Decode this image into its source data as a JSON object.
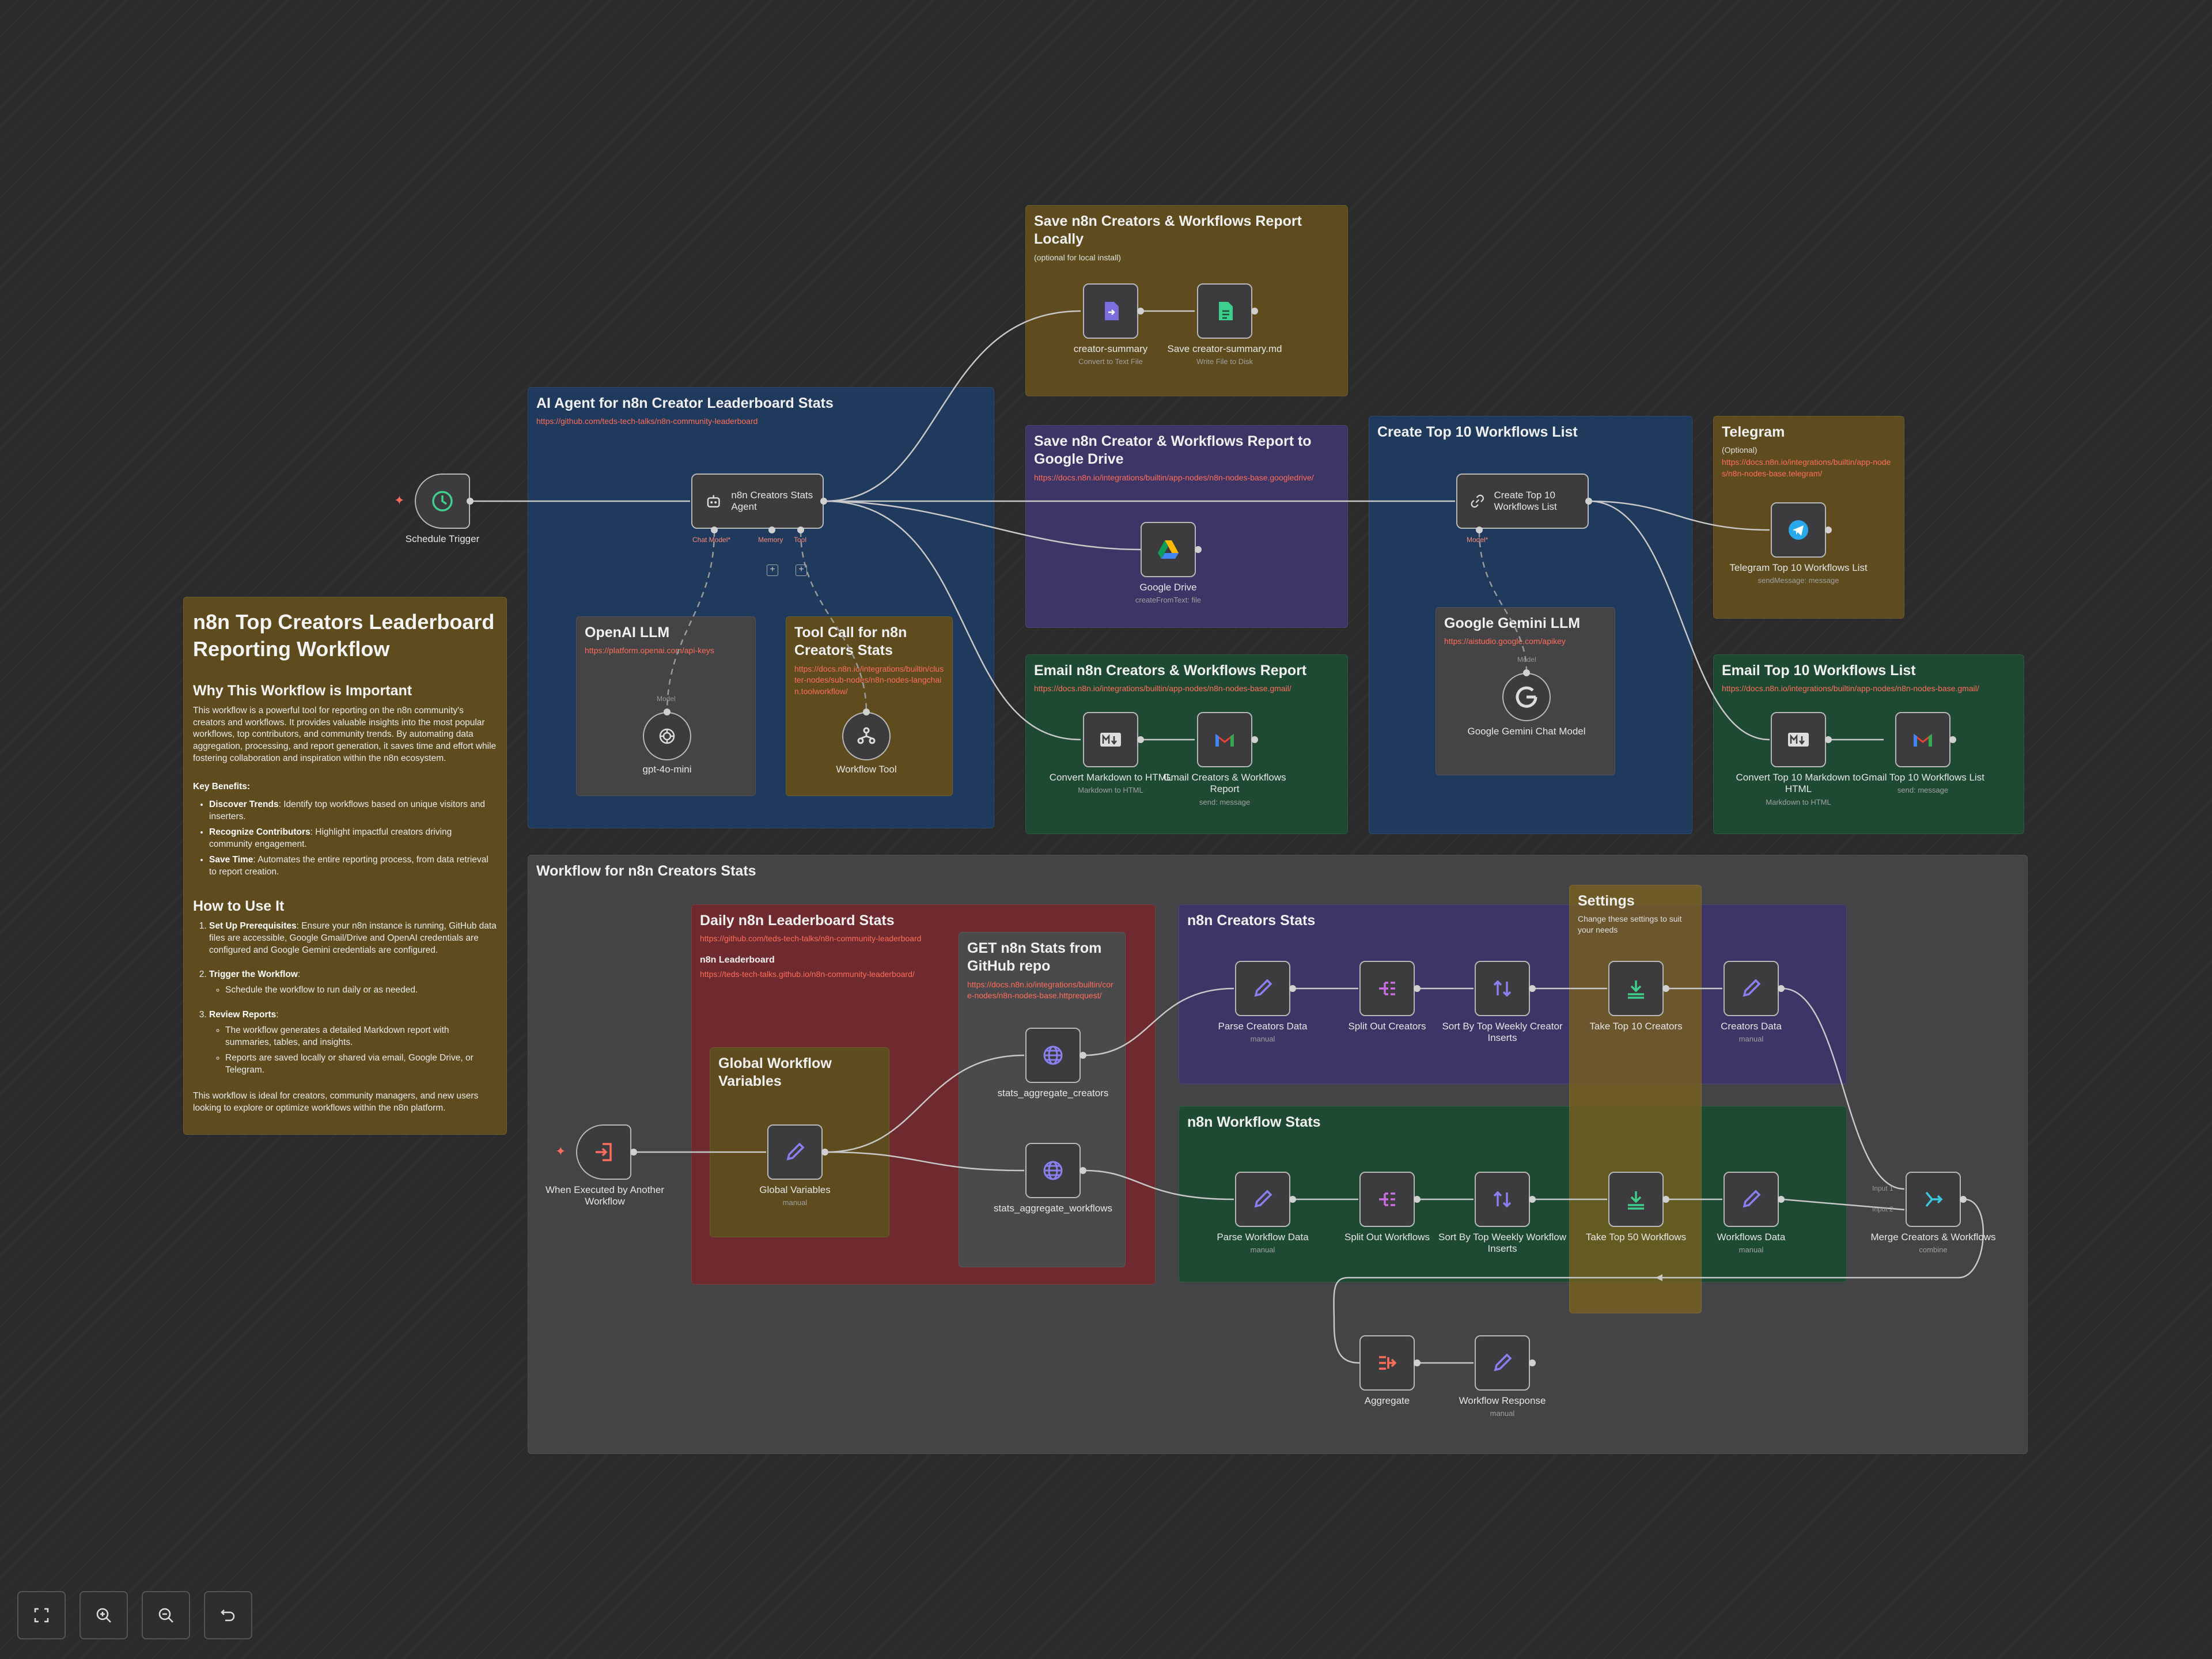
{
  "stickies": {
    "main": {
      "title": "n8n Top Creators Leaderboard Reporting Workflow",
      "why_heading": "Why This Workflow is Important",
      "why_text": "This workflow is a powerful tool for reporting on the n8n community's creators and workflows. It provides valuable insights into the most popular workflows, top contributors, and community trends. By automating data aggregation, processing, and report generation, it saves time and effort while fostering collaboration and inspiration within the n8n ecosystem.",
      "benefits_heading": "Key Benefits:",
      "benefits": [
        {
          "bold": "Discover Trends",
          "text": ": Identify top workflows based on unique visitors and inserters."
        },
        {
          "bold": "Recognize Contributors",
          "text": ": Highlight impactful creators driving community engagement."
        },
        {
          "bold": "Save Time",
          "text": ": Automates the entire reporting process, from data retrieval to report creation."
        }
      ],
      "howto_heading": "How to Use It",
      "steps": [
        {
          "bold": "Set Up Prerequisites",
          "text": ": Ensure your n8n instance is running, GitHub data files are accessible, Google Gmail/Drive and OpenAI credentials are configured and Google Gemini credentials are configured.",
          "sub": []
        },
        {
          "bold": "Trigger the Workflow",
          "text": ":",
          "sub": [
            "Schedule the workflow to run daily or as needed."
          ]
        },
        {
          "bold": "Review Reports",
          "text": ":",
          "sub": [
            "The workflow generates a detailed Markdown report with summaries, tables, and insights.",
            "Reports are saved locally or shared via email, Google Drive, or Telegram."
          ]
        }
      ],
      "footer": "This workflow is ideal for creators, community managers, and new users looking to explore or optimize workflows within the n8n platform."
    },
    "ai_agent": {
      "title": "AI Agent for n8n Creator Leaderboard Stats",
      "link": "https://github.com/teds-tech-talks/n8n-community-leaderboard"
    },
    "openai": {
      "title": "OpenAI LLM",
      "link": "https://platform.openai.com/api-keys"
    },
    "toolcall": {
      "title": "Tool Call for n8n Creators Stats",
      "link": "https://docs.n8n.io/integrations/builtin/cluster-nodes/sub-nodes/n8n-nodes-langchain.toolworkflow/"
    },
    "save_local": {
      "title": "Save n8n Creators & Workflows Report Locally",
      "sub": "(optional for local install)"
    },
    "save_drive": {
      "title": "Save n8n Creator & Workflows Report to Google Drive",
      "link": "https://docs.n8n.io/integrations/builtin/app-nodes/n8n-nodes-base.googledrive/"
    },
    "email_report": {
      "title": "Email n8n Creators & Workflows Report",
      "link": "https://docs.n8n.io/integrations/builtin/app-nodes/n8n-nodes-base.gmail/"
    },
    "top10": {
      "title": "Create Top 10 Workflows List"
    },
    "gemini": {
      "title": "Google Gemini LLM",
      "link": "https://aistudio.google.com/apikey"
    },
    "telegram": {
      "title": "Telegram",
      "sub": "(Optional)",
      "link": "https://docs.n8n.io/integrations/builtin/app-nodes/n8n-nodes-base.telegram/"
    },
    "email_top10": {
      "title": "Email Top 10 Workflows List",
      "link": "https://docs.n8n.io/integrations/builtin/app-nodes/n8n-nodes-base.gmail/"
    },
    "stats_wf": {
      "title": "Workflow for n8n Creators Stats"
    },
    "daily": {
      "title": "Daily n8n Leaderboard Stats",
      "link": "https://github.com/teds-tech-talks/n8n-community-leaderboard",
      "label2": "n8n Leaderboard",
      "link2": "https://teds-tech-talks.github.io/n8n-community-leaderboard/"
    },
    "get_stats": {
      "title": "GET n8n Stats from GitHub repo",
      "link": "https://docs.n8n.io/integrations/builtin/core-nodes/n8n-nodes-base.httprequest/"
    },
    "global_vars": {
      "title": "Global Workflow Variables"
    },
    "creators_stats": {
      "title": "n8n Creators Stats"
    },
    "workflow_stats": {
      "title": "n8n Workflow Stats"
    },
    "settings": {
      "title": "Settings",
      "sub": "Change these settings to suit your needs"
    }
  },
  "nodes": {
    "schedule": {
      "label": "Schedule Trigger"
    },
    "agent": {
      "label": "n8n Creators Stats Agent",
      "ports": [
        "Chat Model*",
        "Memory",
        "Tool"
      ]
    },
    "gpt": {
      "label": "gpt-4o-mini",
      "port": "Model"
    },
    "wftool": {
      "label": "Workflow Tool"
    },
    "creator_summary": {
      "label": "creator-summary",
      "sub": "Convert to Text File"
    },
    "save_md": {
      "label": "Save creator-summary.md",
      "sub": "Write File to Disk"
    },
    "gdrive": {
      "label": "Google Drive",
      "sub": "createFromText: file"
    },
    "md_html": {
      "label": "Convert Markdown to HTML",
      "sub": "Markdown to HTML"
    },
    "gmail_report": {
      "label": "Gmail Creators & Workflows Report",
      "sub": "send: message"
    },
    "top10_node": {
      "label": "Create Top 10 Workflows List",
      "port": "Model*"
    },
    "gemini_model": {
      "label": "Google Gemini Chat Model",
      "port": "Model"
    },
    "telegram_node": {
      "label": "Telegram Top 10 Workflows List",
      "sub": "sendMessage: message"
    },
    "md_html2": {
      "label": "Convert Top 10 Markdown to HTML",
      "sub": "Markdown to HTML"
    },
    "gmail_top10": {
      "label": "Gmail Top 10 Workflows List",
      "sub": "send: message"
    },
    "exec_trigger": {
      "label": "When Executed by Another Workflow"
    },
    "global_node": {
      "label": "Global Variables",
      "sub": "manual"
    },
    "agg_creators": {
      "label": "stats_aggregate_creators"
    },
    "agg_workflows": {
      "label": "stats_aggregate_workflows"
    },
    "parse_creators": {
      "label": "Parse Creators Data",
      "sub": "manual"
    },
    "split_creators": {
      "label": "Split Out Creators"
    },
    "sort_creators": {
      "label": "Sort By Top Weekly Creator Inserts"
    },
    "take10": {
      "label": "Take Top 10 Creators"
    },
    "creators_data": {
      "label": "Creators Data",
      "sub": "manual"
    },
    "parse_workflows": {
      "label": "Parse Workflow Data",
      "sub": "manual"
    },
    "split_workflows": {
      "label": "Split Out Workflows"
    },
    "sort_workflows": {
      "label": "Sort By Top Weekly Workflow Inserts"
    },
    "take50": {
      "label": "Take Top 50 Workflows"
    },
    "workflows_data": {
      "label": "Workflows Data",
      "sub": "manual"
    },
    "merge": {
      "label": "Merge Creators & Workflows",
      "sub": "combine",
      "ports": [
        "Input 1",
        "Input 2"
      ]
    },
    "aggregate": {
      "label": "Aggregate"
    },
    "wf_response": {
      "label": "Workflow Response",
      "sub": "manual"
    }
  },
  "toolbar": {
    "icons": [
      "fit-view-icon",
      "zoom-in-icon",
      "zoom-out-icon",
      "undo-icon"
    ]
  },
  "colors": {
    "accent": "#ff6d5a",
    "node_border": "#b8b8b8",
    "edge": "#c8c8c8"
  }
}
